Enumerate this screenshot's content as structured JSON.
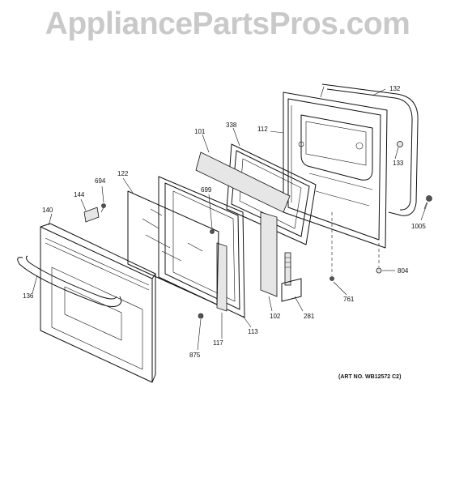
{
  "watermark": "AppliancePartsPros.com",
  "art_number": "(ART NO. WB12572 C2)",
  "part_labels": {
    "p132": "132",
    "p338": "338",
    "p112": "112",
    "p101": "101",
    "p133": "133",
    "p694": "694",
    "p122": "122",
    "p144": "144",
    "p699": "699",
    "p140": "140",
    "p1005": "1005",
    "p804": "804",
    "p136": "136",
    "p761": "761",
    "p102": "102",
    "p281": "281",
    "p875": "875",
    "p117": "117",
    "p113": "113"
  }
}
